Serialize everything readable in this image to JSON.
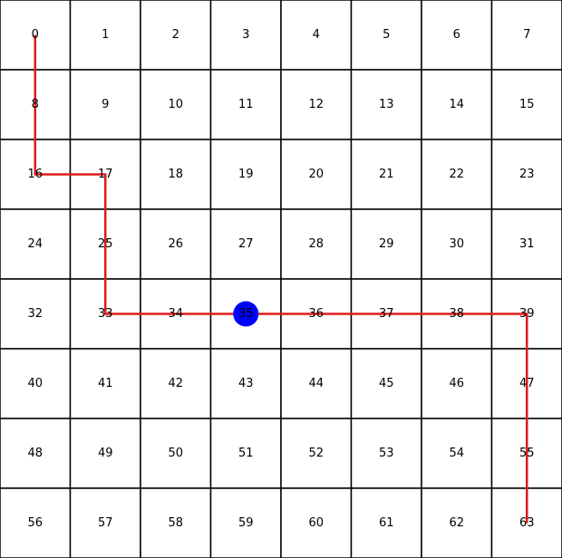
{
  "grid": {
    "rows": 8,
    "cols": 8,
    "cells": [
      "0",
      "1",
      "2",
      "3",
      "4",
      "5",
      "6",
      "7",
      "8",
      "9",
      "10",
      "11",
      "12",
      "13",
      "14",
      "15",
      "16",
      "17",
      "18",
      "19",
      "20",
      "21",
      "22",
      "23",
      "24",
      "25",
      "26",
      "27",
      "28",
      "29",
      "30",
      "31",
      "32",
      "33",
      "34",
      "35",
      "36",
      "37",
      "38",
      "39",
      "40",
      "41",
      "42",
      "43",
      "44",
      "45",
      "46",
      "47",
      "48",
      "49",
      "50",
      "51",
      "52",
      "53",
      "54",
      "55",
      "56",
      "57",
      "58",
      "59",
      "60",
      "61",
      "62",
      "63"
    ]
  },
  "path": {
    "cells": [
      0,
      8,
      16,
      17,
      25,
      33,
      34,
      35,
      36,
      37,
      38,
      39,
      47,
      55,
      63
    ],
    "color": "#e11b1b"
  },
  "marker": {
    "cell": 35,
    "color": "#0000ff"
  }
}
